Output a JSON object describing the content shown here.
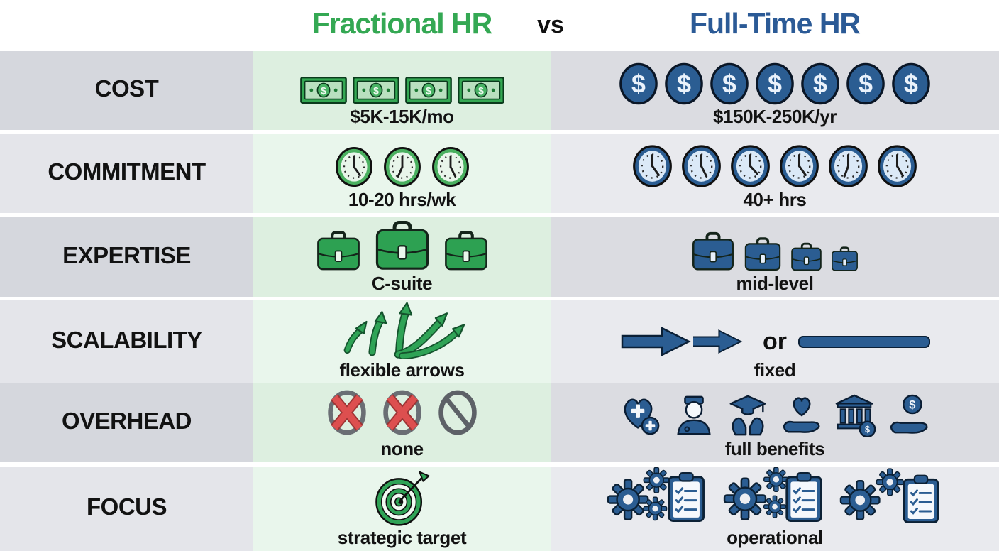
{
  "header": {
    "left_title": "Fractional HR",
    "vs_label": "vs",
    "right_title": "Full-Time HR"
  },
  "colors": {
    "fractional-accent": "#34a853",
    "fulltime-accent": "#2b5a96",
    "negative-red": "#dd4f4f",
    "neutral-gray": "#63676d"
  },
  "rows": [
    {
      "label": "COST",
      "fractional": {
        "icon": "money-bill-icon",
        "icon_count": 4,
        "caption": "$5K-15K/mo"
      },
      "fulltime": {
        "icon": "dollar-coin-icon",
        "icon_count": 7,
        "caption": "$150K-250K/yr"
      }
    },
    {
      "label": "COMMITMENT",
      "fractional": {
        "icon": "clock-icon",
        "icon_count": 3,
        "caption": "10-20 hrs/wk"
      },
      "fulltime": {
        "icon": "clock-icon",
        "icon_count": 6,
        "caption": "40+ hrs"
      }
    },
    {
      "label": "EXPERTISE",
      "fractional": {
        "icon": "briefcase-icon",
        "icon_count": 3,
        "caption": "C-suite"
      },
      "fulltime": {
        "icon": "briefcase-icon",
        "icon_count": 4,
        "caption": "mid-level"
      }
    },
    {
      "label": "SCALABILITY",
      "fractional": {
        "icon": "growth-arrows-icon",
        "caption": "flexible arrows"
      },
      "fulltime": {
        "icon": "right-arrows-and-line-icon",
        "or_label": "or",
        "caption": "fixed"
      }
    },
    {
      "label": "OVERHEAD",
      "fractional": {
        "icon": "crossed-out-circles-icon",
        "caption": "none"
      },
      "fulltime": {
        "icon": "benefits-icons",
        "caption": "full benefits"
      }
    },
    {
      "label": "FOCUS",
      "fractional": {
        "icon": "target-icon",
        "caption": "strategic target"
      },
      "fulltime": {
        "icon": "gears-checklist-icon",
        "caption": "operational"
      }
    }
  ]
}
